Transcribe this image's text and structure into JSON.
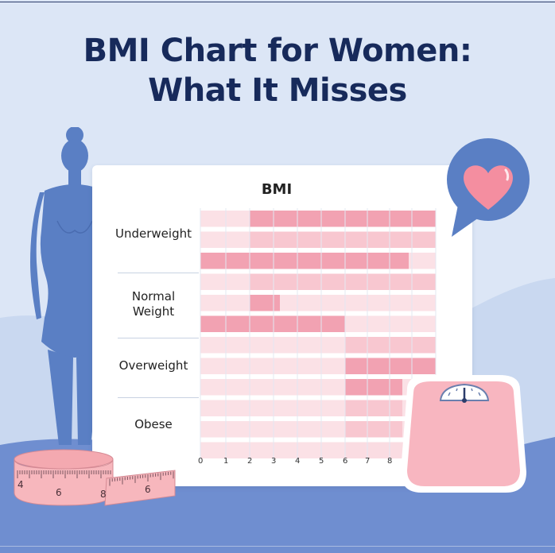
{
  "title": {
    "line1": "BMI Chart for Women:",
    "line2": "What It Misses"
  },
  "chart": {
    "label": "BMI",
    "categories": [
      "Underweight",
      "Normal\nWeight",
      "Overweight",
      "Obese"
    ],
    "ticks": [
      "0",
      "1",
      "2",
      "3",
      "4",
      "5",
      "6",
      "7",
      "8"
    ]
  },
  "tape_numbers": [
    "4",
    "6",
    "8",
    "6"
  ],
  "colors": {
    "navy_title": "#172a5b",
    "silhouette": "#5a7fc4",
    "bar_dark": "#f2a2b2",
    "bar_light": "#fbe1e6",
    "bubble": "#5a7fc4",
    "heart": "#f48ea0",
    "scale_body": "#f8b6c0"
  },
  "icons": [
    "woman-silhouette-icon",
    "heart-speech-bubble-icon",
    "bathroom-scale-icon",
    "measuring-tape-icon"
  ]
}
